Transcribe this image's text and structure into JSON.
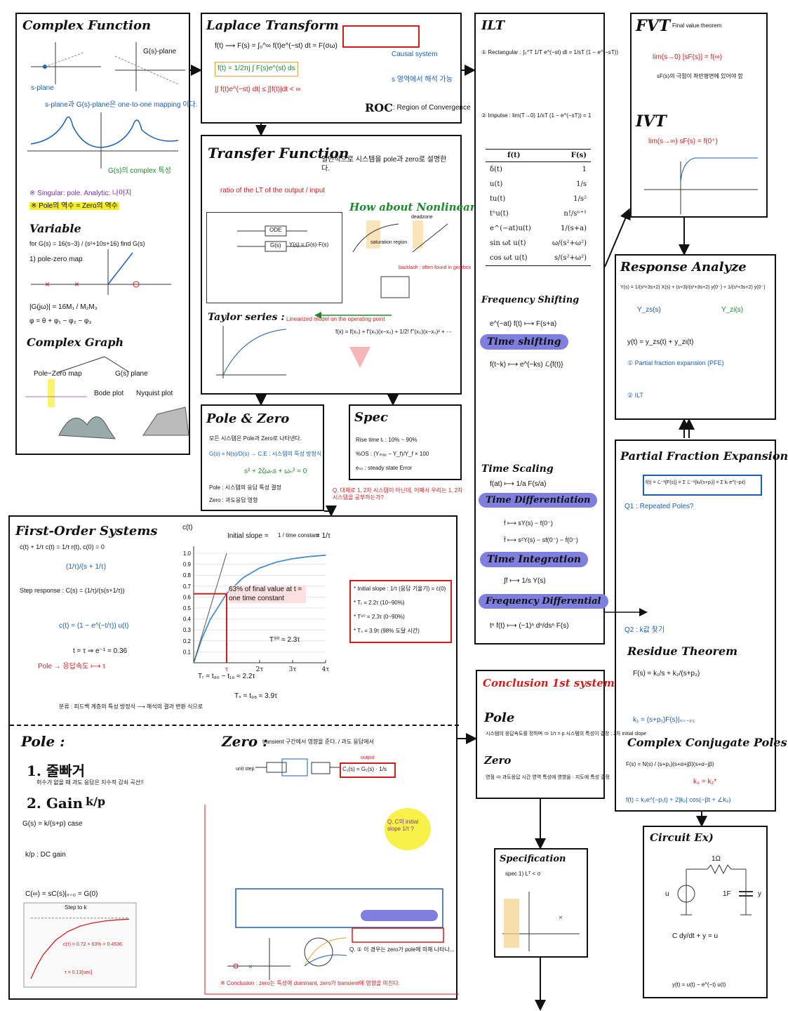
{
  "complex_function": {
    "title": "Complex Function",
    "s_plane_label": "s-plane",
    "g_plane_label": "G(s)-plane",
    "mapping_note": "s-plane과 G(s)-plane은 one-to-one mapping 이다.",
    "pole_note": "G(s)의 complex 특성",
    "singular_note": "※ Singular: pole. Analytic: 나머지",
    "pole_zero_note": "※ Pole의 역수 = Zero의 역수",
    "variable_title": "Variable",
    "variable_formula": "for G(s) = 16(s−3) / (s²+10s+16) find G(s)",
    "pole_zero_map": "1) pole-zero map",
    "magnitude_formula": "|G(jω)| = 16M₁ / M₂M₃",
    "phase_formula": "φ = θ + φ₁ − φ₂ − φ₃",
    "complex_graph_title": "Complex Graph",
    "graph_items": [
      "Pole−Zero map",
      "G(s) plane",
      "Bode plot",
      "Nyquist plot"
    ]
  },
  "laplace": {
    "title": "Laplace Transform",
    "definition": "f(t) ⟶ F(s) = ∫₀^∞ f(t)e^(−st) dt = F(σω)",
    "inverse": "f(t) = 1/2πj ∫ F(s)e^(st) ds",
    "bound": "|∫ f(t)e^(−st) dt| ≤ ∫|f(t)|dt < ∞",
    "roc_label": "ROC",
    "roc_desc": ": Region of Convergence",
    "causal_note": "Causal system",
    "frequency_note": "s 영역에서 해석 가능"
  },
  "transfer": {
    "title": "Transfer Function",
    "side_note": "일반적으로 시스템을 pole과 zero로 설명한다.",
    "lti_note": "ratio of the LT of the output / input",
    "nonlinear": "How about Nonlinear?",
    "ode_label": "ODE",
    "gs_label": "G(s)",
    "ys_label": "Y(s) = G(s)·F(s)",
    "saturation": "saturation region",
    "deadzone": "deadzone",
    "backlash": "backlash : often found in gearbox",
    "taylor_title": "Taylor series :",
    "taylor_desc": "Linearized model on the operating point",
    "taylor_formula": "f(x) = f(x₀) + f'(x₀)(x−x₀) + 1/2! f''(x₀)(x−x₀)² + ···"
  },
  "pole_zero": {
    "title": "Pole & Zero",
    "line1": "모든 시스템은 Pole과 Zero로 나타낸다.",
    "formula": "G(s) = N(s)/D(s) → C.E : 시스템의 특성 방정식",
    "char_eq": "s² + 2ζωₙs + ωₙ² = 0",
    "pole_line": "Pole : 시스템의 응답 특성 결정",
    "zero_line": "Zero : 과도응답 영향"
  },
  "spec": {
    "title": "Spec",
    "rise": "Rise time tᵣ : 10% ~ 90%",
    "os": "%OS : (Yₘₐₓ − Y_f)/Y_f × 100",
    "ess": "eₛₛ : steady state Error",
    "question": "Q. 대체로 1, 2차 시스템이 아닌데, 어째서 우리는 1, 2차 시스템을 공부하는가?"
  },
  "ilt": {
    "title": "ILT",
    "rect_formula": "① Rectangular : ∫₀^T 1/T e^(−st) dt = 1/sT (1 − e^(−sT))",
    "impulse_formula": "② Impulse : lim(T→0) 1/sT (1 − e^(−sT)) = 1",
    "table_header": [
      "f(t)",
      "F(s)"
    ],
    "table_rows": [
      [
        "δ(t)",
        "1"
      ],
      [
        "u(t)",
        "1/s"
      ],
      [
        "tu(t)",
        "1/s²"
      ],
      [
        "tⁿu(t)",
        "n!/sⁿ⁺¹"
      ],
      [
        "e^(−at)u(t)",
        "1/(s+a)"
      ],
      [
        "sin ωt u(t)",
        "ω/(s²+ω²)"
      ],
      [
        "cos ωt u(t)",
        "s/(s²+ω²)"
      ]
    ],
    "freq_shift_title": "Frequency Shifting",
    "freq_shift_formula": "e^(−at) f(t) ⟼ F(s+a)",
    "time_shift": "Time shifting",
    "time_shift_formula": "f(t−k) ⟼ e^(−ks) ℒ{f(t)}",
    "time_scaling": "Time Scaling",
    "time_scaling_formula": "f(at) ⟼ 1/a F(s/a)",
    "time_diff": "Time Differentiation",
    "time_diff_1": "ḟ ⟼ sY(s) − f(0⁻)",
    "time_diff_2": "f̈ ⟼ s²Y(s) − sf(0⁻) − ḟ(0⁻)",
    "time_int": "Time Integration",
    "time_int_formula": "∫f ⟼ 1/s Y(s)",
    "freq_diff": "Frequency Differential",
    "freq_diff_formula": "tⁿ f(t) ⟼ (−1)ⁿ dⁿ/dsⁿ F(s)"
  },
  "fvt": {
    "title": "FVT",
    "subtitle": "Final value theorem",
    "formula": "lim(s→0) [sF(s)] = f(∞)",
    "note": "sF(s)의 극점이 좌반평면에 있어야 함",
    "ivt_title": "IVT",
    "ivt_formula": "lim(s→∞) sF(s) = f(0⁺)"
  },
  "response": {
    "title": "Response Analyze",
    "formula": "Y(s) = 1/(s²+3s+2) X(s) + (s+3)/(s²+3s+2) y(0⁻) + 1/(s²+3s+2) ẏ(0⁻)",
    "zs": "Y_zs(s)",
    "zi": "Y_zi(s)",
    "pfe": "① Partial fraction expansion (PFE)",
    "ilt": "② ILT",
    "result": "y(t) = y_zs(t) + y_zi(t)"
  },
  "pfe": {
    "title": "Partial Fraction Expansion",
    "formula": "f(t) = ℒ⁻¹{F(s)} = Σ ℒ⁻¹{kᵢ/(s+pᵢ)} = Σ kᵢ e^(−pᵢt)",
    "q1": "Q1 : Repeated Poles?",
    "q2": "Q2 : k값 찾기",
    "residue_title": "Residue Theorem",
    "residue_formula": "F(s) = k₁/s + k₂/(s+p₂)",
    "residue_k": "k₁ = (s+p₁)F(s)|ₛ₌₋ₚ₁",
    "ccp_title": "Complex Conjugate Poles",
    "ccp_formula": "F(s) = N(s) / (s+p₁)(s+α+jβ)(s+α−jβ)",
    "ccp_k": "k₃ = k₂*",
    "ccp_result": "f(t) = k₁e^(−p₁t) + 2|k₂| cos(−βt + ∠k₂)"
  },
  "first_order": {
    "title": "First-Order Systems",
    "ode": "ċ(t) + 1/τ c(t) = 1/τ r(t), c(0) = 0",
    "tf": "(1/τ)/(s + 1/τ)",
    "step": "Step response : C(s) = (1/τ)/(s(s+1/τ))",
    "ct": "c(t) = (1 − e^(−t/τ)) u(t)",
    "tau_note": "t = τ ⇒ e⁻¹ = 0.36",
    "pole_note": "Pole → 응답속도 ⟼ τ",
    "chart_initial_slope": "Initial slope =",
    "chart_slope_fraction": "1 / time constant",
    "chart_slope_eq": "= 1/τ",
    "chart_63": "63% of final value at t = one time constant",
    "chart_tr": "Tᵣ = t₉₀ − t₁₀ ≈ 2.2τ",
    "chart_ts": "Tₛ = t₉₈ ≈ 3.9τ",
    "chart_t90": "T⁹⁰ ≈ 2.3τ",
    "chart_ylabel": "c(t)",
    "spec_box": [
      "* Initial slope : 1/τ (응답 기울기) = ċ(0)",
      "* Tᵣ = 2.2τ (10~90%)",
      "* T⁹⁰ = 2.3τ (0~90%)",
      "* Tₛ = 3.9τ (98% 도달 시간)"
    ],
    "bottom_note": "분류 : 피드백 계층의 특성 방정식 ⟶ 해석의 결과 변환 식으로"
  },
  "pole_section": {
    "title": "Pole :",
    "item1": "1. 줄빠거",
    "item1_note": "허수가 없을 때 과도 응답은 지수적 감쇠 곡선!!",
    "item2": "2. Gain",
    "gain_frac": "k/p",
    "g_case": "G(s) = k/(s+p) case",
    "dc_gain": "k/p : DC gain",
    "fvt_line": "C(∞) = sC(s)|ₛ₌₀ = G(0)",
    "step_k": "Step to k",
    "chart_63": "c(τ) = 0.72 × 63% = 0.4536",
    "tau_val": "τ = 0.13[sec]"
  },
  "zero_section": {
    "title": "Zero :",
    "subtitle": "transient 구간에서 영향을 준다. / 과도 응답에서",
    "unit_step": "unit step",
    "output": "output",
    "cs_formula": "C₁(s) = G₁(s) · 1/s",
    "conclusion": "※ Conclusion : zero는 특성에 dominant, zero가 transient에 영향을 미친다.",
    "question": "Q. ① 이 경우는 zero가 pole에 의해 나타나...",
    "bubble": "Q. C의 initial slope 1/τ ?"
  },
  "conclusion": {
    "title": "Conclusion 1st system",
    "pole": "Pole",
    "pole_note": "시스템의 응답속도를 정하며 ⇒ 1/τ = p 시스템의 특성이 결정 ; 2차 initial slope",
    "zero": "Zero",
    "zero_note": "영점 ⇒ 과도응답 시간 영역 특성에 영향을 · 지도에 특성 결정"
  },
  "specification": {
    "title": "Specification",
    "note": "spec 1) Lᵀ < σ"
  },
  "circuit": {
    "title": "Circuit Ex)",
    "resistor": "1Ω",
    "capacitor": "1F",
    "source": "u",
    "output": "y",
    "eq": "C dy/dt + y = u",
    "solution": "y(t) = u(t) − e^(−t) u(t)"
  },
  "chart_data": {
    "type": "line",
    "title": "",
    "xlabel": "",
    "ylabel": "c(t)",
    "x_ticks": [
      "τ",
      "2τ",
      "3τ",
      "4τ"
    ],
    "y_ticks": [
      "0.1",
      "0.2",
      "0.3",
      "0.4",
      "0.5",
      "0.6",
      "0.7",
      "0.8",
      "0.9",
      "1.0"
    ],
    "ylim": [
      0,
      1.0
    ],
    "x": [
      0,
      0.25,
      0.5,
      1,
      1.5,
      2,
      2.5,
      3,
      3.5,
      4
    ],
    "series": [
      {
        "values": [
          0,
          0.221,
          0.393,
          0.632,
          0.777,
          0.865,
          0.918,
          0.95,
          0.97,
          0.982
        ]
      }
    ],
    "markers": {
      "tau_value": 0.63
    }
  },
  "colors": {
    "accent_blue": "#1a5fb4",
    "red": "#d31d1d",
    "green": "#1e8a2e",
    "pill": "#7f7fe0",
    "highlight": "#f7ef2a",
    "curve": "#4a90c8"
  }
}
